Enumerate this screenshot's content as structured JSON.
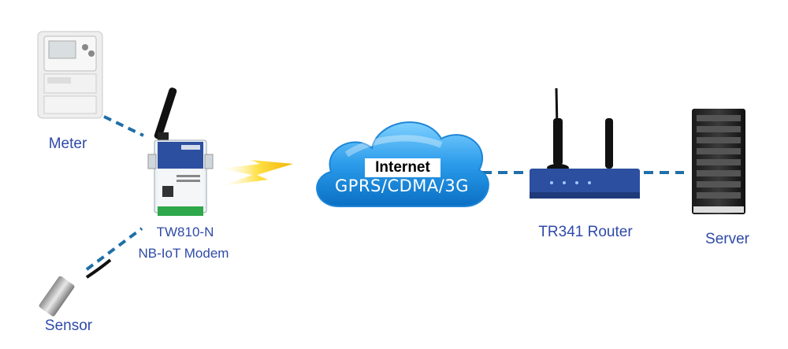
{
  "labels": {
    "meter": "Meter",
    "sensor": "Sensor",
    "modem_name": "TW810-N",
    "modem_desc": "NB-IoT Modem",
    "router": "TR341 Router",
    "server": "Server"
  },
  "cloud": {
    "title": "Internet",
    "subtitle": "GPRS/CDMA/3G"
  },
  "colors": {
    "label_text": "#2f4aa8",
    "connector": "#1f6fa8",
    "cloud_top": "#6cc4ff",
    "cloud_bottom": "#0a7fd6",
    "lightning": "#f5c400",
    "router_body": "#2d4fa0"
  }
}
